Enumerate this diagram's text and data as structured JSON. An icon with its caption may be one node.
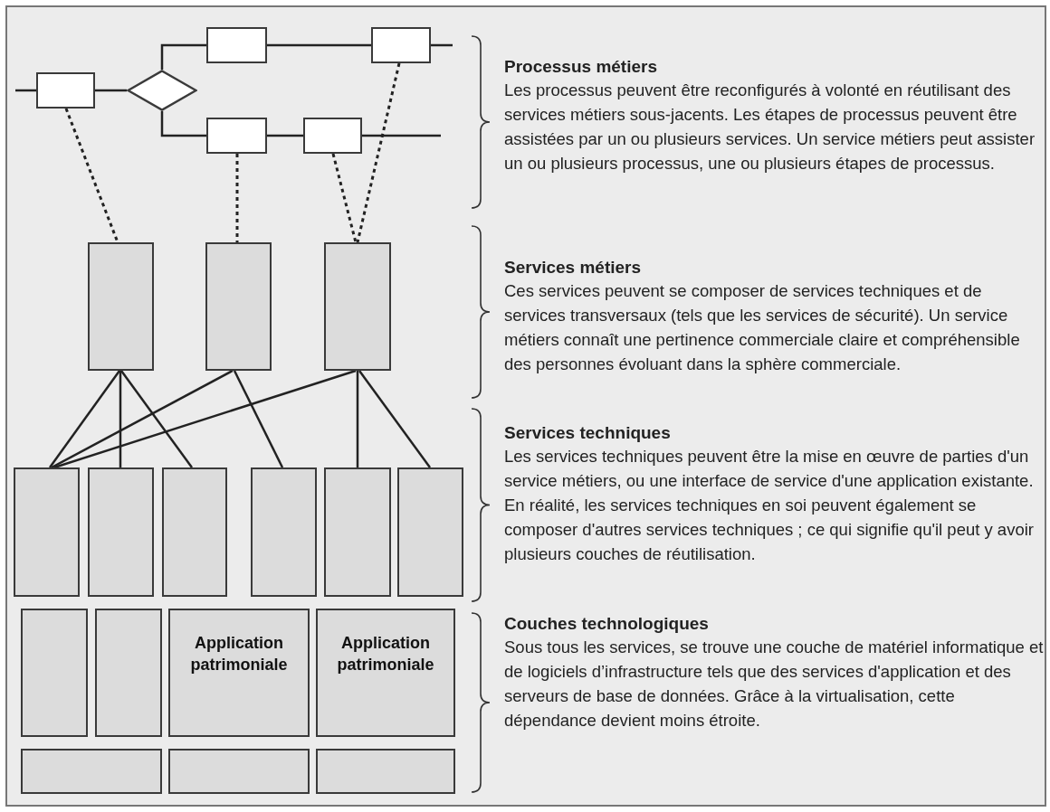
{
  "diagram": {
    "nodes": [
      {
        "text": [],
        "shape": "box"
      },
      {
        "text": [],
        "shape": "diamond"
      },
      {
        "text": [],
        "shape": "box"
      },
      {
        "text": [],
        "shape": "box"
      },
      {
        "text": [],
        "shape": "box"
      },
      {
        "text": [],
        "shape": "box"
      },
      {
        "text": [],
        "shape": "box"
      },
      {
        "text": [],
        "shape": "box"
      },
      {
        "text": [],
        "shape": "box"
      },
      {
        "text": [],
        "shape": "box"
      },
      {
        "text": [],
        "shape": "box"
      },
      {
        "text": [],
        "shape": "box"
      },
      {
        "text": [],
        "shape": "box"
      },
      {
        "text": [],
        "shape": "box"
      },
      {
        "text": [],
        "shape": "box"
      },
      {
        "text": [],
        "shape": "box"
      },
      {
        "text": [],
        "shape": "box"
      },
      {
        "text": [
          "Application patrimoniale"
        ]
      },
      {
        "text": [
          "Application patrimoniale"
        ]
      },
      {
        "text": [],
        "shape": "box"
      },
      {
        "text": [],
        "shape": "box"
      },
      {
        "text": [],
        "shape": "box"
      }
    ],
    "edges": [
      {
        "from": null,
        "to": 0,
        "arrow": "none"
      },
      {
        "from": 0,
        "to": 1,
        "arrow": "none"
      },
      {
        "from": 1,
        "to": 2,
        "arrow": "none"
      },
      {
        "from": 2,
        "to": 3,
        "arrow": "none"
      },
      {
        "from": 3,
        "to": null,
        "arrow": "none"
      },
      {
        "from": 1,
        "to": 4,
        "arrow": "none"
      },
      {
        "from": 4,
        "to": 5,
        "arrow": "none"
      },
      {
        "from": 5,
        "to": null,
        "arrow": "none"
      },
      {
        "from": 0,
        "to": 6,
        "arrow": "none",
        "style": "dashed"
      },
      {
        "from": 4,
        "to": 7,
        "arrow": "none",
        "style": "dashed"
      },
      {
        "from": 5,
        "to": 8,
        "arrow": "none",
        "style": "dashed"
      },
      {
        "from": 3,
        "to": 8,
        "arrow": "none",
        "style": "dashed"
      },
      {
        "from": 6,
        "to": 9,
        "arrow": "none"
      },
      {
        "from": 6,
        "to": 10,
        "arrow": "none"
      },
      {
        "from": 6,
        "to": 11,
        "arrow": "none"
      },
      {
        "from": 7,
        "to": 9,
        "arrow": "none"
      },
      {
        "from": 7,
        "to": 12,
        "arrow": "none"
      },
      {
        "from": 8,
        "to": 9,
        "arrow": "none"
      },
      {
        "from": 8,
        "to": 13,
        "arrow": "none"
      },
      {
        "from": 8,
        "to": 14,
        "arrow": "none"
      }
    ],
    "labels": [
      "Processus métiers",
      "Les processus peuvent être reconfigurés à volonté en réutilisant des services métiers sous-jacents. Les étapes de processus peuvent être assistées par un ou plusieurs services. Un service métiers peut assister un ou plusieurs processus, une ou plusieurs étapes de processus.",
      "Services métiers",
      "Ces services peuvent se composer de services techniques et de services transversaux (tels que les services de sécurité). Un service métiers connaît une pertinence commerciale claire et compréhensible des personnes évoluant dans la sphère commerciale.",
      "Services techniques",
      "Les services techniques peuvent être la mise en œuvre de parties d'un service métiers, ou une interface de service d'une application existante. En réalité, les services techniques en soi peuvent également se composer d'autres services techniques ; ce qui signifie qu'il peut y avoir plusieurs couches de réutilisation.",
      "Couches technologiques",
      "Sous tous les services, se trouve une couche de matériel informatique et de logiciels d’infrastructure tels que des services d'application et des serveurs de base de données. Grâce à la virtualisation, cette dépendance devient moins étroite."
    ]
  }
}
